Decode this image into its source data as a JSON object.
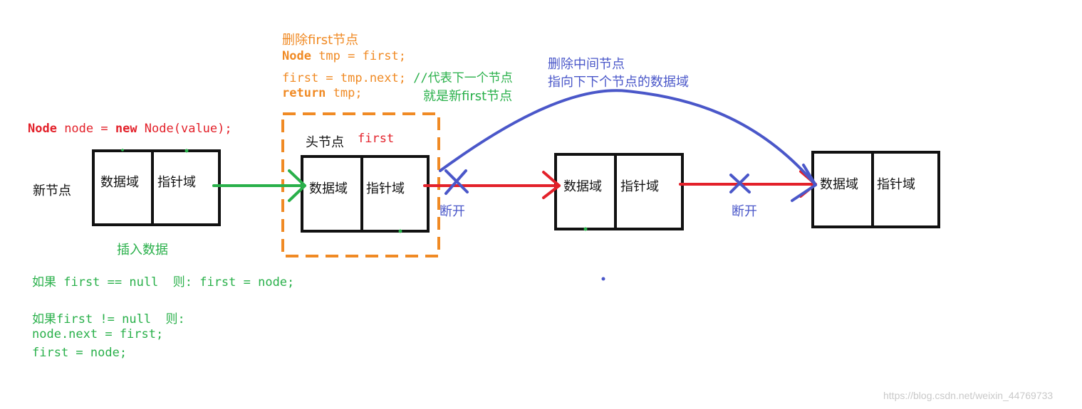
{
  "delete_first": {
    "title": "删除first节点",
    "line1_kw": "Node",
    "line1_rest": " tmp = first;",
    "line2_code": "first = tmp.next;",
    "line2_comment": " //代表下一个节点",
    "line3_kw": "return",
    "line3_rest": " tmp;",
    "line3_comment": "就是新first节点"
  },
  "delete_middle": {
    "line1": "删除中间节点",
    "line2": "指向下下个节点的数据域"
  },
  "new_node_code": {
    "kw1": "Node",
    "mid": " node = ",
    "kw2": "new",
    "rest": " Node(value);"
  },
  "head_label": {
    "text": "头节点",
    "var": "first"
  },
  "new_node_label": "新节点",
  "insert_label": "插入数据",
  "node_fields": {
    "data": "数据域",
    "pointer": "指针域"
  },
  "break_label_1": "断开",
  "break_label_2": "断开",
  "insert_logic": {
    "line1": "如果 first == null  则: first = node;",
    "line2": "如果first != null  则:",
    "line3": "node.next = first;",
    "line4": "first = node;"
  },
  "watermark": "https://blog.csdn.net/weixin_44769733",
  "colors": {
    "red": "#e3212a",
    "orange": "#f08a24",
    "green": "#29b04a",
    "blue": "#4a57c9",
    "black": "#111111"
  }
}
